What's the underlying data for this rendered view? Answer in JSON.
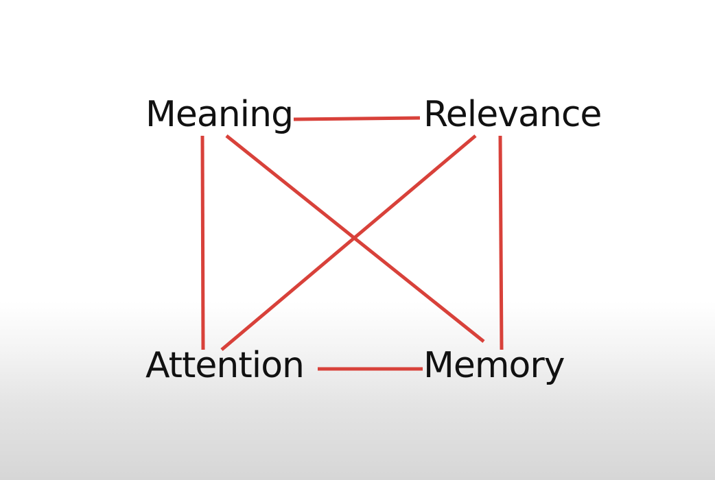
{
  "diagram": {
    "nodes": {
      "meaning": "Meaning",
      "relevance": "Relevance",
      "attention": "Attention",
      "memory": "Memory"
    },
    "edges": [
      [
        "meaning",
        "relevance"
      ],
      [
        "meaning",
        "attention"
      ],
      [
        "meaning",
        "memory"
      ],
      [
        "relevance",
        "attention"
      ],
      [
        "relevance",
        "memory"
      ],
      [
        "attention",
        "memory"
      ]
    ],
    "edge_color": "#d8413a",
    "text_color": "#111111",
    "background_color": "#ffffff"
  }
}
